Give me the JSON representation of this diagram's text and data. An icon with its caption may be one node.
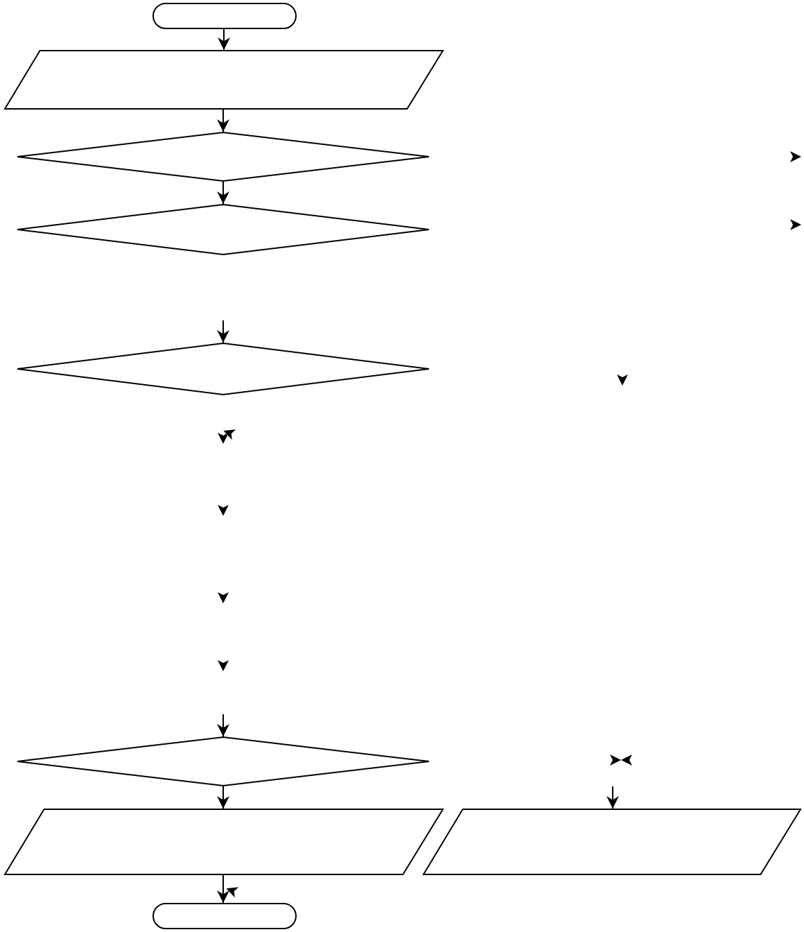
{
  "diagram": {
    "nodes": [
      {
        "text": [],
        "shape": "pill"
      },
      {
        "text": [],
        "shape": "parallelogram"
      },
      {
        "text": [],
        "shape": "diamond"
      },
      {
        "text": [],
        "shape": "diamond"
      },
      {
        "text": [],
        "shape": "diamond"
      },
      {
        "text": [],
        "shape": "diamond"
      },
      {
        "text": [],
        "shape": "parallelogram"
      },
      {
        "text": [],
        "shape": "parallelogram"
      },
      {
        "text": [],
        "shape": "pill"
      }
    ],
    "edges": [
      {
        "from": 0,
        "to": 1,
        "arrow": "to"
      },
      {
        "from": 1,
        "to": 2,
        "arrow": "to"
      },
      {
        "from": 2,
        "to": 3,
        "arrow": "to"
      },
      {
        "from": null,
        "to": 4,
        "arrow": "to"
      },
      {
        "from": null,
        "to": 5,
        "arrow": "to"
      },
      {
        "from": 5,
        "to": 6,
        "arrow": "to"
      },
      {
        "from": null,
        "to": 7,
        "arrow": "to"
      },
      {
        "from": 6,
        "to": 8,
        "arrow": "to"
      }
    ]
  }
}
